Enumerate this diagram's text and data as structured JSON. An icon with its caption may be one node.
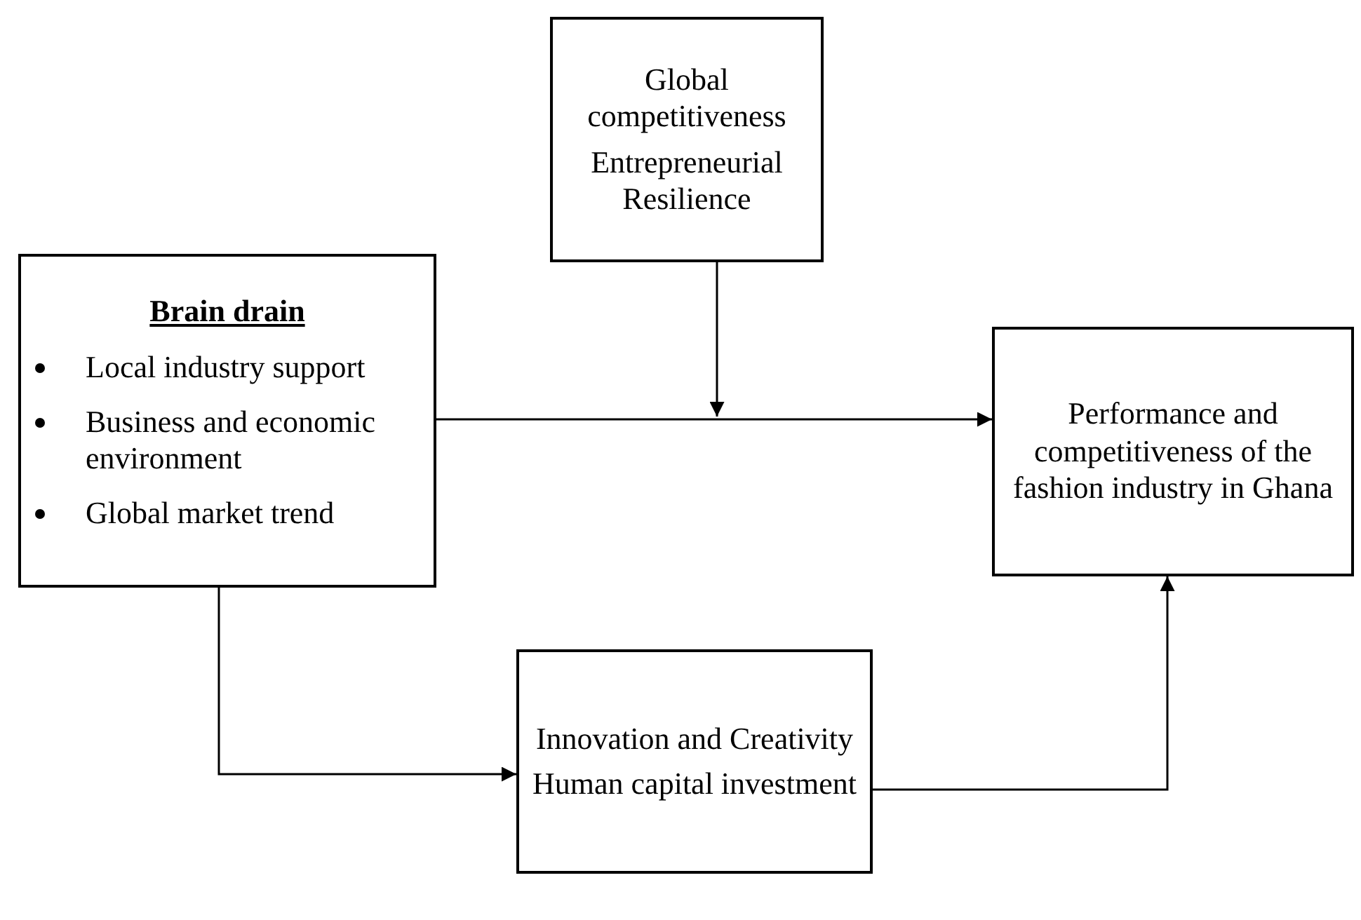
{
  "diagram": {
    "nodes": [
      {
        "text": [
          "Brain drain",
          "Local industry support",
          "Business and economic environment",
          "Global market trend"
        ]
      },
      {
        "text": [
          "Global competitiveness",
          "Entrepreneurial Resilience"
        ]
      },
      {
        "text": [
          "Performance and competitiveness of the fashion industry in Ghana"
        ]
      },
      {
        "text": [
          "Innovation and Creativity",
          "Human capital investment"
        ]
      }
    ],
    "edges": [
      {
        "from": 0,
        "to": 2,
        "arrow": "to"
      },
      {
        "from": 1,
        "to": null,
        "arrow": "to"
      },
      {
        "from": 0,
        "to": 3,
        "arrow": "to"
      },
      {
        "from": 3,
        "to": 2,
        "arrow": "to"
      }
    ]
  }
}
